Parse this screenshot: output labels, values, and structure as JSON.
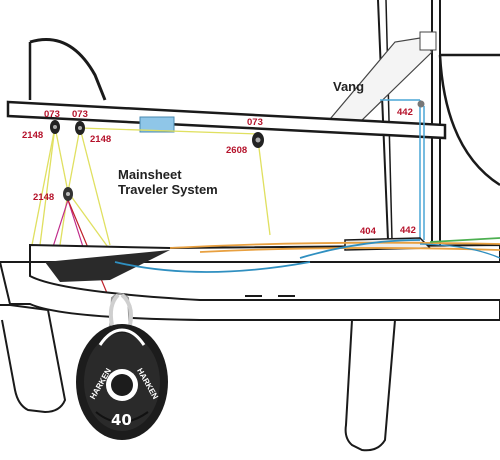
{
  "diagram": {
    "title_line1": "Mainsheet",
    "title_line2": "Traveler System",
    "vang_label": "Vang",
    "part_numbers": {
      "p073_left": "073",
      "p073_mid": "073",
      "p073_right": "073",
      "p2148_left": "2148",
      "p2148_mid": "2148",
      "p2148_low": "2148",
      "p2608": "2608",
      "p442_top": "442",
      "p442_bottom": "442",
      "p404": "404"
    },
    "block_brand": "HARKEN",
    "block_size": "40"
  },
  "colors": {
    "hull_outline": "#1a1a1a",
    "part_label": "#b5122b",
    "mainsheet_line": "#e0e060",
    "vang_line": "#4aa6d6",
    "blue_line": "#2f8fc0",
    "orange_line": "#e8a040",
    "magenta_line": "#c02a8a",
    "red_line": "#c0202a",
    "green_line": "#4caf50",
    "deck_blue": "#8fc6e8"
  }
}
